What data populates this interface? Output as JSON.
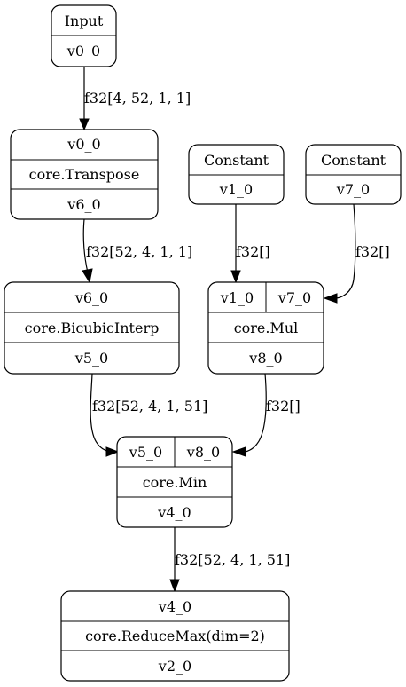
{
  "colors": {
    "input": "#98f5ff",
    "constant": "#ffb6c1",
    "op": "#ffffff"
  },
  "nodes": {
    "input": {
      "rows": [
        "Input",
        "v0_0"
      ]
    },
    "transpose": {
      "rows": [
        "v0_0",
        "core.Transpose",
        "v6_0"
      ]
    },
    "const1": {
      "rows": [
        "Constant",
        "v1_0"
      ]
    },
    "const7": {
      "rows": [
        "Constant",
        "v7_0"
      ]
    },
    "bicubic": {
      "rows": [
        "v6_0",
        "core.BicubicInterp",
        "v5_0"
      ]
    },
    "mul": {
      "inputs": [
        "v1_0",
        "v7_0"
      ],
      "rows": [
        "core.Mul",
        "v8_0"
      ]
    },
    "min": {
      "inputs": [
        "v5_0",
        "v8_0"
      ],
      "rows": [
        "core.Min",
        "v4_0"
      ]
    },
    "reducemax": {
      "rows": [
        "v4_0",
        "core.ReduceMax(dim=2)",
        "v2_0"
      ]
    }
  },
  "edges": {
    "input_to_transpose": "f32[4, 52, 1, 1]",
    "transpose_to_bicubic": "f32[52, 4, 1, 1]",
    "const1_to_mul": "f32[]",
    "const7_to_mul": "f32[]",
    "bicubic_to_min": "f32[52, 4, 1, 51]",
    "mul_to_min": "f32[]",
    "min_to_reducemax": "f32[52, 4, 1, 51]"
  }
}
